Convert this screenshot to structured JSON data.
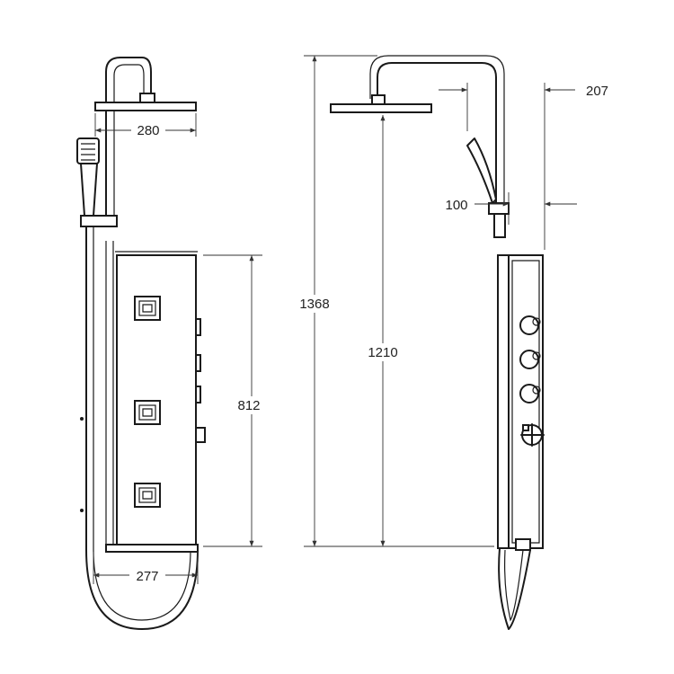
{
  "drawing": {
    "front_view": {
      "dimensions": {
        "head_width": "280",
        "panel_height": "812",
        "panel_width": "277"
      },
      "body_jets": 3
    },
    "side_view": {
      "dimensions": {
        "total_height": "1368",
        "head_height": "1210",
        "arm_reach": "207",
        "handset_offset": "100"
      },
      "controls": 4
    }
  },
  "colors": {
    "line": "#1a1a1a",
    "dimension": "#333333",
    "background": "#ffffff"
  }
}
